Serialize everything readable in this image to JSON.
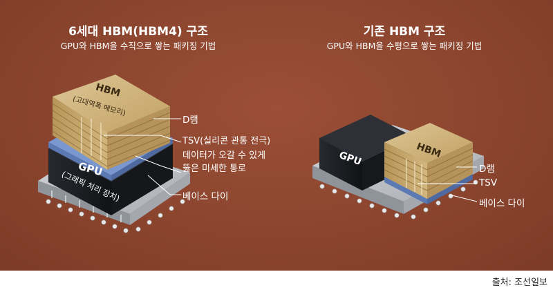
{
  "left": {
    "title": "6세대 HBM(HBM4) 구조",
    "subtitle": "GPU와 HBM을 수직으로 쌓는 패키징 기법",
    "hbm_text": "HBM",
    "hbm_sub": "(고대역폭 메모리)",
    "gpu_text": "GPU",
    "gpu_sub": "(그래픽 처리 장치)",
    "labels": {
      "dram": "D램",
      "tsv": "TSV(실리콘 관통 전극)",
      "tsv_desc_1": "데이터가 오갈 수 있게",
      "tsv_desc_2": "뚫은 미세한 통로",
      "base_die": "베이스 다이"
    }
  },
  "right": {
    "title": "기존 HBM 구조",
    "subtitle": "GPU와 HBM을 수평으로 쌓는 패키징 기법",
    "gpu_text": "GPU",
    "hbm_text": "HBM",
    "labels": {
      "dram": "D램",
      "tsv": "TSV",
      "base_die": "베이스 다이"
    }
  },
  "source": "출처: 조선일보",
  "colors": {
    "background": "#8d4630",
    "hbm_gold": "#c9ab6e",
    "gpu_dark": "#1e2126",
    "base_blue": "#6f8fc9",
    "substrate": "#b9bcc1"
  }
}
